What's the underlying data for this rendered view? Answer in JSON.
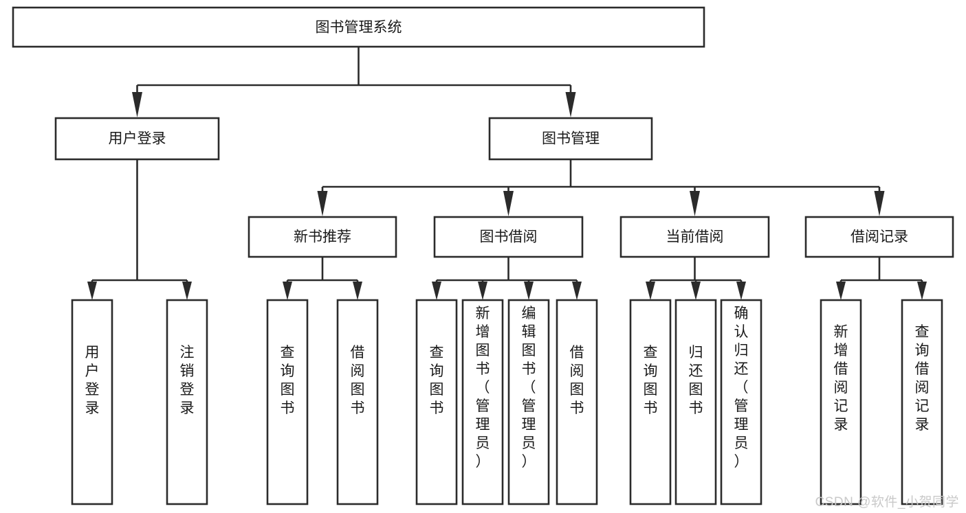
{
  "diagram": {
    "title": "图书管理系统",
    "type": "hierarchy-tree",
    "root": {
      "id": "root",
      "label": "图书管理系统"
    },
    "level2": [
      {
        "id": "user-login",
        "label": "用户登录"
      },
      {
        "id": "book-manage",
        "label": "图书管理"
      }
    ],
    "level3": [
      {
        "id": "new-book-recommend",
        "label": "新书推荐"
      },
      {
        "id": "book-borrow",
        "label": "图书借阅"
      },
      {
        "id": "current-borrow",
        "label": "当前借阅"
      },
      {
        "id": "borrow-record",
        "label": "借阅记录"
      }
    ],
    "leaves": {
      "user_login": [
        {
          "id": "leaf-user-login",
          "label": "用户登录"
        },
        {
          "id": "leaf-user-logout",
          "label": "注销登录"
        }
      ],
      "new_book_recommend": [
        {
          "id": "leaf-query-book-1",
          "label": "查询图书"
        },
        {
          "id": "leaf-borrow-book-1",
          "label": "借阅图书"
        }
      ],
      "book_borrow": [
        {
          "id": "leaf-query-book-2",
          "label": "查询图书"
        },
        {
          "id": "leaf-add-book",
          "label": "新增图书（管理员）"
        },
        {
          "id": "leaf-edit-book",
          "label": "编辑图书（管理员）"
        },
        {
          "id": "leaf-borrow-book-2",
          "label": "借阅图书"
        }
      ],
      "current_borrow": [
        {
          "id": "leaf-query-book-3",
          "label": "查询图书"
        },
        {
          "id": "leaf-return-book",
          "label": "归还图书"
        },
        {
          "id": "leaf-confirm-return",
          "label": "确认归还（管理员）"
        }
      ],
      "borrow_record": [
        {
          "id": "leaf-add-record",
          "label": "新增借阅记录"
        },
        {
          "id": "leaf-query-record",
          "label": "查询借阅记录"
        }
      ]
    },
    "colors": {
      "stroke": "#2b2b2b",
      "fill": "#ffffff",
      "text": "#1a1a1a",
      "watermark": "#c9c9c9",
      "background": "#ffffff"
    }
  },
  "watermark": {
    "text": "CSDN @软件_小贺同学"
  }
}
